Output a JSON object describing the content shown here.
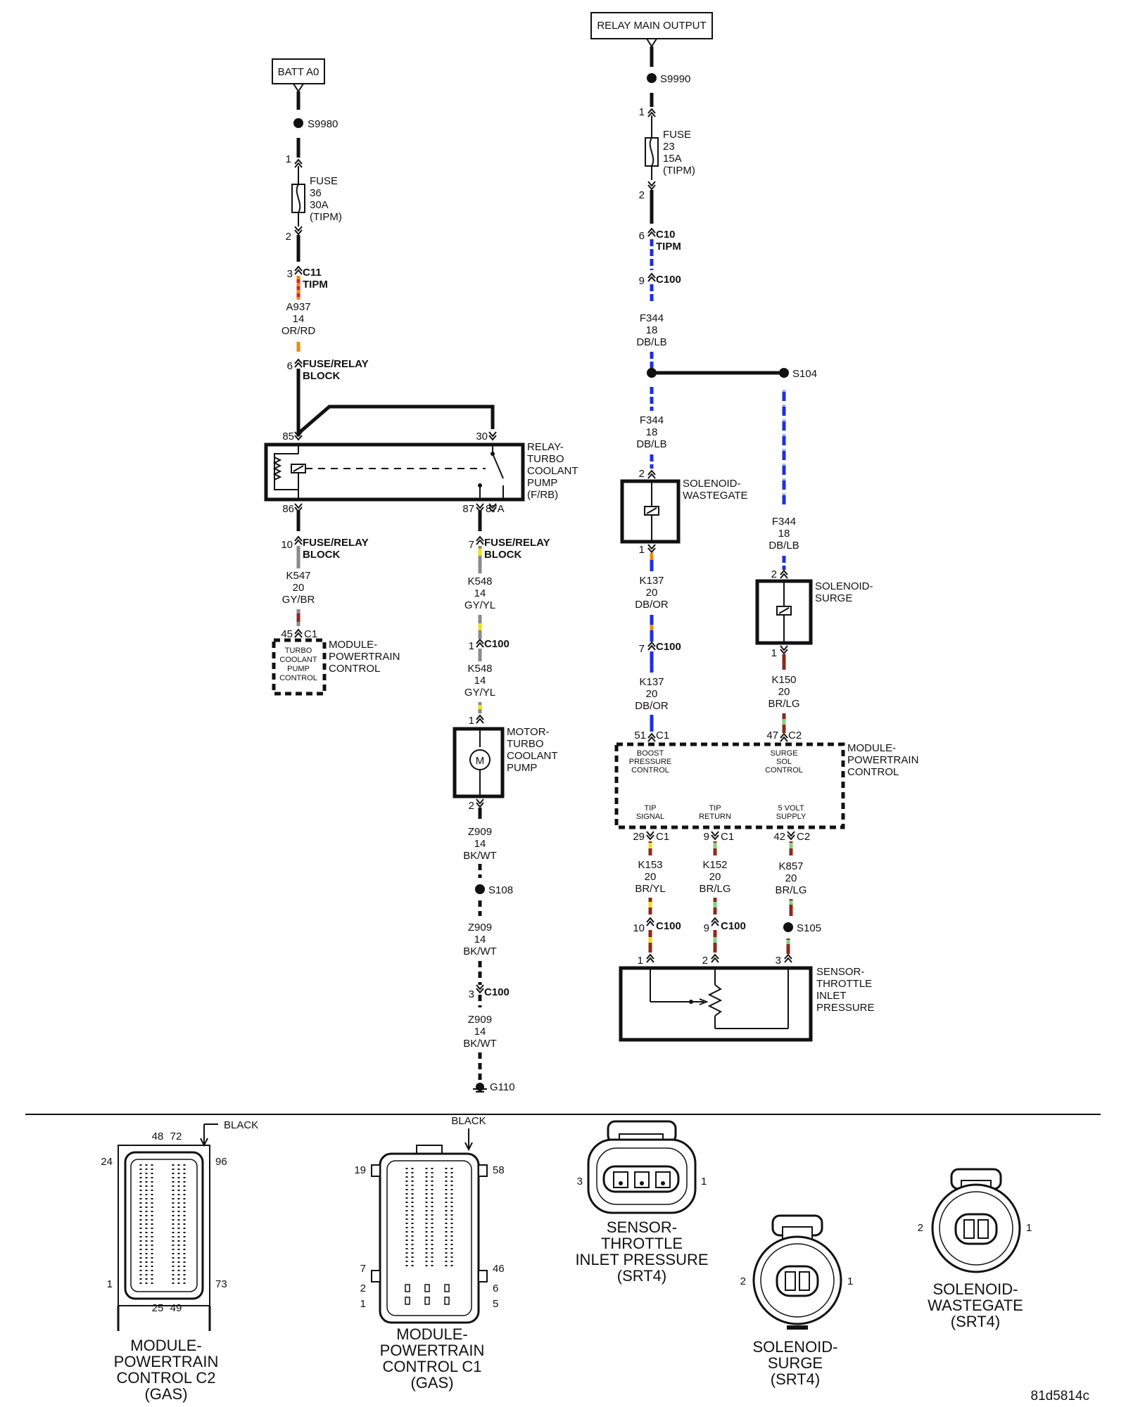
{
  "sources": {
    "batt": "BATT A0",
    "relay_main": "RELAY MAIN OUTPUT"
  },
  "splices": {
    "s9980": "S9980",
    "s9990": "S9990",
    "s104": "S104",
    "s108": "S108",
    "s105": "S105",
    "g110": "G110"
  },
  "fuse36": {
    "l1": "FUSE",
    "l2": "36",
    "l3": "30A",
    "l4": "(TIPM)",
    "pin_in": "1",
    "pin_out": "2"
  },
  "fuse23": {
    "l1": "FUSE",
    "l2": "23",
    "l3": "15A",
    "l4": "(TIPM)",
    "pin_in": "1",
    "pin_out": "2"
  },
  "connectors": {
    "c11": {
      "pin": "3",
      "l1": "C11",
      "l2": "TIPM"
    },
    "c10": {
      "pin": "6",
      "l1": "C10",
      "l2": "TIPM"
    },
    "c100_f344": {
      "pin": "9",
      "l1": "C100"
    },
    "frb_a937": {
      "pin": "6",
      "l1": "FUSE/RELAY",
      "l2": "BLOCK"
    },
    "frb_k547": {
      "pin": "10",
      "l1": "FUSE/RELAY",
      "l2": "BLOCK"
    },
    "frb_k548": {
      "pin": "7",
      "l1": "FUSE/RELAY",
      "l2": "BLOCK"
    },
    "c100_k548": {
      "pin": "1",
      "l1": "C100"
    },
    "c100_k137": {
      "pin": "7",
      "l1": "C100"
    },
    "c100_z909": {
      "pin": "3",
      "l1": "C100"
    },
    "c100_k153": {
      "pin": "10",
      "l1": "C100"
    },
    "c100_k152": {
      "pin": "9",
      "l1": "C100"
    },
    "c1_k547": {
      "pin": "45",
      "l1": "C1"
    },
    "c1_k137": {
      "pin": "51",
      "l1": "C1"
    },
    "c2_k150": {
      "pin": "47",
      "l1": "C2"
    },
    "c1_k153": {
      "pin": "29",
      "l1": "C1"
    },
    "c1_k152": {
      "pin": "9",
      "l1": "C1"
    },
    "c2_k857": {
      "pin": "42",
      "l1": "C2"
    }
  },
  "wires": {
    "a937": {
      "circuit": "A937",
      "gauge": "14",
      "color": "OR/RD"
    },
    "f344a": {
      "circuit": "F344",
      "gauge": "18",
      "color": "DB/LB"
    },
    "f344b": {
      "circuit": "F344",
      "gauge": "18",
      "color": "DB/LB"
    },
    "f344c": {
      "circuit": "F344",
      "gauge": "18",
      "color": "DB/LB"
    },
    "k547": {
      "circuit": "K547",
      "gauge": "20",
      "color": "GY/BR"
    },
    "k548a": {
      "circuit": "K548",
      "gauge": "14",
      "color": "GY/YL"
    },
    "k548b": {
      "circuit": "K548",
      "gauge": "14",
      "color": "GY/YL"
    },
    "k137a": {
      "circuit": "K137",
      "gauge": "20",
      "color": "DB/OR"
    },
    "k137b": {
      "circuit": "K137",
      "gauge": "20",
      "color": "DB/OR"
    },
    "k150": {
      "circuit": "K150",
      "gauge": "20",
      "color": "BR/LG"
    },
    "z909a": {
      "circuit": "Z909",
      "gauge": "14",
      "color": "BK/WT"
    },
    "z909b": {
      "circuit": "Z909",
      "gauge": "14",
      "color": "BK/WT"
    },
    "z909c": {
      "circuit": "Z909",
      "gauge": "14",
      "color": "BK/WT"
    },
    "k153": {
      "circuit": "K153",
      "gauge": "20",
      "color": "BR/YL"
    },
    "k152": {
      "circuit": "K152",
      "gauge": "20",
      "color": "BR/LG"
    },
    "k857": {
      "circuit": "K857",
      "gauge": "20",
      "color": "BR/LG"
    }
  },
  "relay": {
    "pin85": "85",
    "pin30": "30",
    "pin86": "86",
    "pin87": "87",
    "pin87a": "87A",
    "l1": "RELAY-",
    "l2": "TURBO",
    "l3": "COOLANT",
    "l4": "PUMP",
    "l5": "(F/RB)"
  },
  "pcm_left": {
    "f1": "TURBO",
    "f2": "COOLANT",
    "f3": "PUMP",
    "f4": "CONTROL",
    "l1": "MODULE-",
    "l2": "POWERTRAIN",
    "l3": "CONTROL"
  },
  "pcm_right": {
    "boost1": "BOOST",
    "boost2": "PRESSURE",
    "boost3": "CONTROL",
    "surge1": "SURGE",
    "surge2": "SOL",
    "surge3": "CONTROL",
    "tipsig1": "TIP",
    "tipsig2": "SIGNAL",
    "tipret1": "TIP",
    "tipret2": "RETURN",
    "sup1": "5 VOLT",
    "sup2": "SUPPLY",
    "l1": "MODULE-",
    "l2": "POWERTRAIN",
    "l3": "CONTROL"
  },
  "motor": {
    "pin1": "1",
    "pin2": "2",
    "symbol": "M",
    "l1": "MOTOR-",
    "l2": "TURBO",
    "l3": "COOLANT",
    "l4": "PUMP"
  },
  "wastegate": {
    "pin2": "2",
    "pin1": "1",
    "l1": "SOLENOID-",
    "l2": "WASTEGATE"
  },
  "surge": {
    "pin2": "2",
    "pin1": "1",
    "l1": "SOLENOID-",
    "l2": "SURGE"
  },
  "tip_sensor": {
    "p1": "1",
    "p2": "2",
    "p3": "3",
    "l1": "SENSOR-",
    "l2": "THROTTLE",
    "l3": "INLET",
    "l4": "PRESSURE"
  },
  "views": {
    "c2": {
      "black": "BLACK",
      "p48": "48",
      "p72": "72",
      "p24": "24",
      "p96": "96",
      "p1": "1",
      "p73": "73",
      "p25": "25",
      "p49": "49",
      "l1": "MODULE-",
      "l2": "POWERTRAIN",
      "l3": "CONTROL C2",
      "l4": "(GAS)"
    },
    "c1": {
      "black": "BLACK",
      "p19": "19",
      "p58": "58",
      "p7": "7",
      "p46": "46",
      "p2": "2",
      "p6": "6",
      "p1": "1",
      "p5": "5",
      "l1": "MODULE-",
      "l2": "POWERTRAIN",
      "l3": "CONTROL C1",
      "l4": "(GAS)"
    },
    "tip": {
      "p3": "3",
      "p1": "1",
      "l1": "SENSOR-",
      "l2": "THROTTLE",
      "l3": "INLET PRESSURE",
      "l4": "(SRT4)"
    },
    "surge": {
      "p2": "2",
      "p1": "1",
      "l1": "SOLENOID-",
      "l2": "SURGE",
      "l3": "(SRT4)"
    },
    "wastegate": {
      "p2": "2",
      "p1": "1",
      "l1": "SOLENOID-",
      "l2": "WASTEGATE",
      "l3": "(SRT4)"
    }
  },
  "figure_id": "81d5814c",
  "wire_colors": {
    "black": "#111111",
    "blue": "#1d2fe0",
    "lightblue": "#9fb6f0",
    "orange": "#f08a00",
    "red": "#e02020",
    "yellow": "#f2e200",
    "gray": "#8a8a8a",
    "brown": "#8b2a1c",
    "green": "#7dd37d"
  }
}
